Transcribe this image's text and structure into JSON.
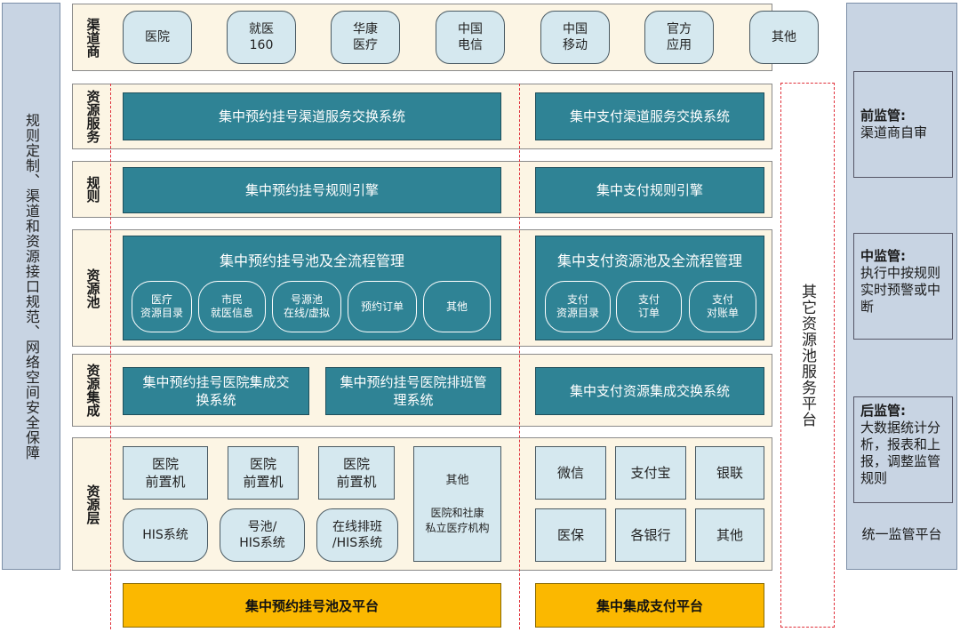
{
  "left_panel": {
    "text": "规则定制、渠道和资源接口规范、网络空间安全保障"
  },
  "rows": {
    "channel": {
      "label": "渠道商",
      "items": [
        "医院",
        "就医\n160",
        "华康\n医疗",
        "中国\n电信",
        "中国\n移动",
        "官方\n应用",
        "其他"
      ]
    },
    "resource_service": {
      "label": "资源服务",
      "left": "集中预约挂号渠道服务交换系统",
      "right": "集中支付渠道服务交换系统"
    },
    "rules": {
      "label": "规则",
      "left": "集中预约挂号规则引擎",
      "right": "集中支付规则引擎"
    },
    "pool": {
      "label": "资源池",
      "left_title": "集中预约挂号池及全流程管理",
      "left_items": [
        "医疗\n资源目录",
        "市民\n就医信息",
        "号源池\n在线/虚拟",
        "预约订单",
        "其他"
      ],
      "right_title": "集中支付资源池及全流程管理",
      "right_items": [
        "支付\n资源目录",
        "支付\n订单",
        "支付\n对账单"
      ]
    },
    "integration": {
      "label": "资源集成",
      "left1": "集中预约挂号医院集成交\n换系统",
      "left2": "集中预约挂号医院排班管\n理系统",
      "right": "集中支付资源集成交换系统"
    },
    "resource_layer": {
      "label": "资源层",
      "front": [
        "医院\n前置机",
        "医院\n前置机",
        "医院\n前置机"
      ],
      "his": [
        "HIS系统",
        "号池/\nHIS系统",
        "在线排班\n/HIS系统"
      ],
      "other_title": "其他",
      "other_desc": "医院和社康\n私立医疗机构",
      "pay": [
        "微信",
        "支付宝",
        "银联",
        "医保",
        "各银行",
        "其他"
      ]
    }
  },
  "bottom": {
    "left": "集中预约挂号池及平台",
    "right": "集中集成支付平台"
  },
  "other_platform": "其它资源池服务平台",
  "supervision": {
    "pre_title": "前监管:",
    "pre_desc": "渠道商自审",
    "mid_title": "中监管:",
    "mid_desc": "执行中按规则实时预警或中断",
    "post_title": "后监管:",
    "post_desc": "大数据统计分析，报表和上报，调整监管规则",
    "platform_label": "统一监管平台"
  },
  "colors": {
    "teal": "#2f8395",
    "band": "#fcf5e4",
    "chip": "#d5e8ef",
    "gold": "#fbb800",
    "side": "#c8d4e3",
    "dash": "#e0303a"
  }
}
